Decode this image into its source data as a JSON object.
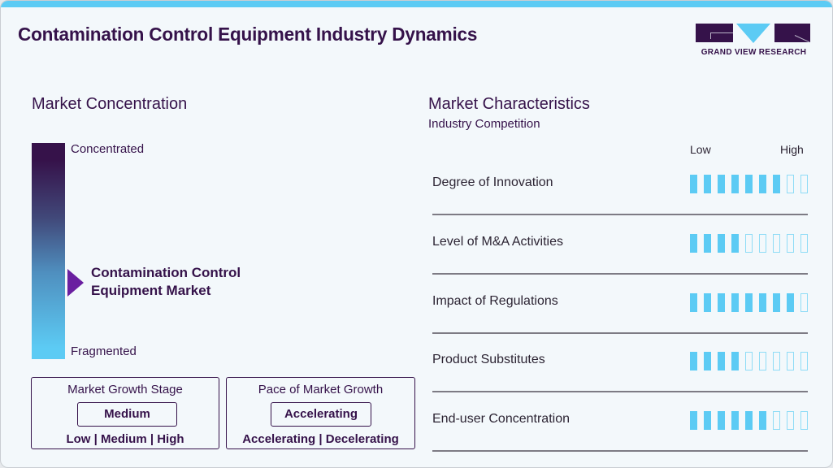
{
  "header": {
    "title": "Contamination Control Equipment Industry Dynamics",
    "logo_caption": "GRAND VIEW RESEARCH"
  },
  "market_concentration": {
    "heading": "Market Concentration",
    "top_label": "Concentrated",
    "bottom_label": "Fragmented",
    "market_label_line1": "Contamination Control",
    "market_label_line2": "Equipment Market",
    "pointer_color": "#6a1fa0",
    "gradient_top": "#36124a",
    "gradient_bottom": "#5ccbf4"
  },
  "growth_stage": {
    "title": "Market Growth Stage",
    "selected": "Medium",
    "options": "Low | Medium | High"
  },
  "growth_pace": {
    "title": "Pace of Market Growth",
    "selected": "Accelerating",
    "options": "Accelerating | Decelerating"
  },
  "characteristics": {
    "heading": "Market Characteristics",
    "subheading": "Industry Competition",
    "scale_low": "Low",
    "scale_high": "High",
    "max_level": 9,
    "filled_color": "#5ccbf4",
    "rows": [
      {
        "label": "Degree of Innovation",
        "level": 7
      },
      {
        "label": "Level of M&A Activities",
        "level": 4
      },
      {
        "label": "Impact of Regulations",
        "level": 8
      },
      {
        "label": "Product Substitutes",
        "level": 4
      },
      {
        "label": "End-user Concentration",
        "level": 6
      }
    ]
  }
}
